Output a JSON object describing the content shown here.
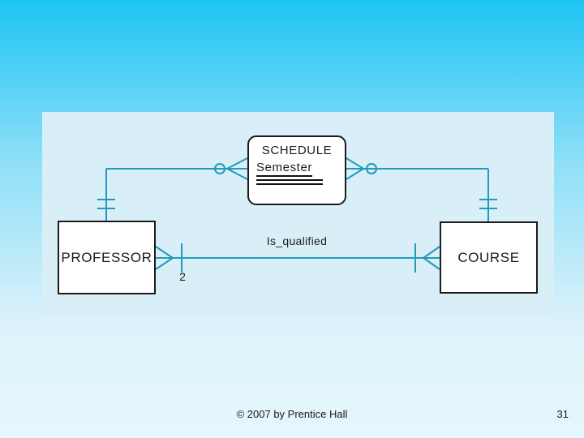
{
  "slide": {
    "footer_text": "© 2007 by Prentice Hall",
    "page_number": "31"
  },
  "diagram": {
    "entities": {
      "schedule": {
        "label": "SCHEDULE",
        "attribute": "Semester"
      },
      "professor": {
        "label": "PROFESSOR"
      },
      "course": {
        "label": "COURSE"
      }
    },
    "relationship": {
      "label": "Is_qualified",
      "cardinality": "2"
    },
    "notation_icons": [
      "optional-circle-icon",
      "crowsfoot-icon",
      "mandatory-tick-icon",
      "double-tick-icon"
    ]
  },
  "colors": {
    "connector_teal": "#2399BC",
    "panel_bg": "#D8EFF8",
    "box_border": "#1B1B1B",
    "gradient_top": "#1EC4F3",
    "gradient_upper": "#8FDFF8",
    "gradient_lower": "#DCF2FA",
    "gradient_bottom": "#E6F7FD"
  }
}
